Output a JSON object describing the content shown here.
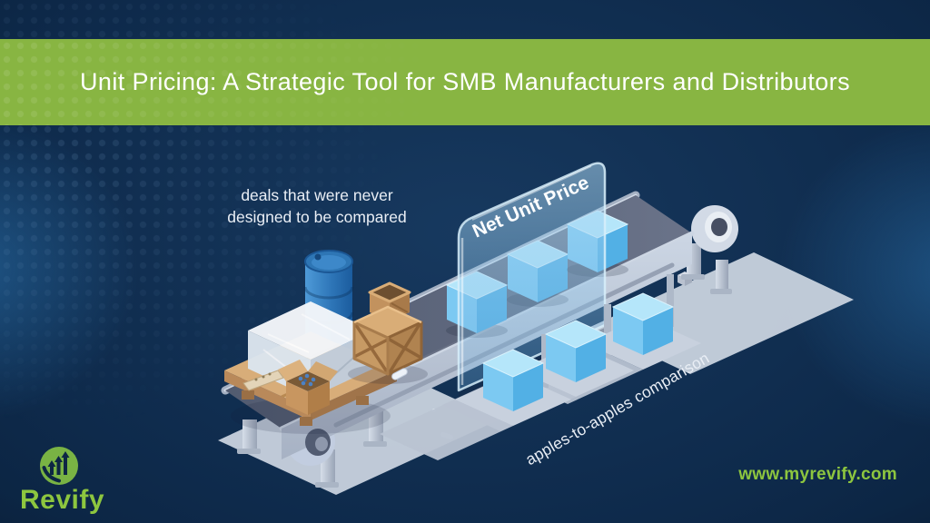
{
  "theme": {
    "background_navy": "#0c2441",
    "banner_green": "#88b542",
    "brand_green": "#8dc63f",
    "title_text": "#ffffff",
    "caption_text": "#e9eef5",
    "cube_top": "#b5e6fa",
    "cube_left": "#7cc9f2",
    "cube_right": "#52b0e5",
    "belt_surface": "#5f6880",
    "glass_panel": "rgba(160,210,242,0.4)"
  },
  "banner": {
    "title": "Unit Pricing: A Strategic Tool for SMB Manufacturers and Distributors"
  },
  "illustration": {
    "left_caption": {
      "line1": "deals that were never",
      "line2": "designed to be compared"
    },
    "panel_label": "Net Unit Price",
    "right_caption": "apples-to-apples comparison"
  },
  "footer": {
    "logo_text": "Revify",
    "website": "www.myrevify.com"
  }
}
